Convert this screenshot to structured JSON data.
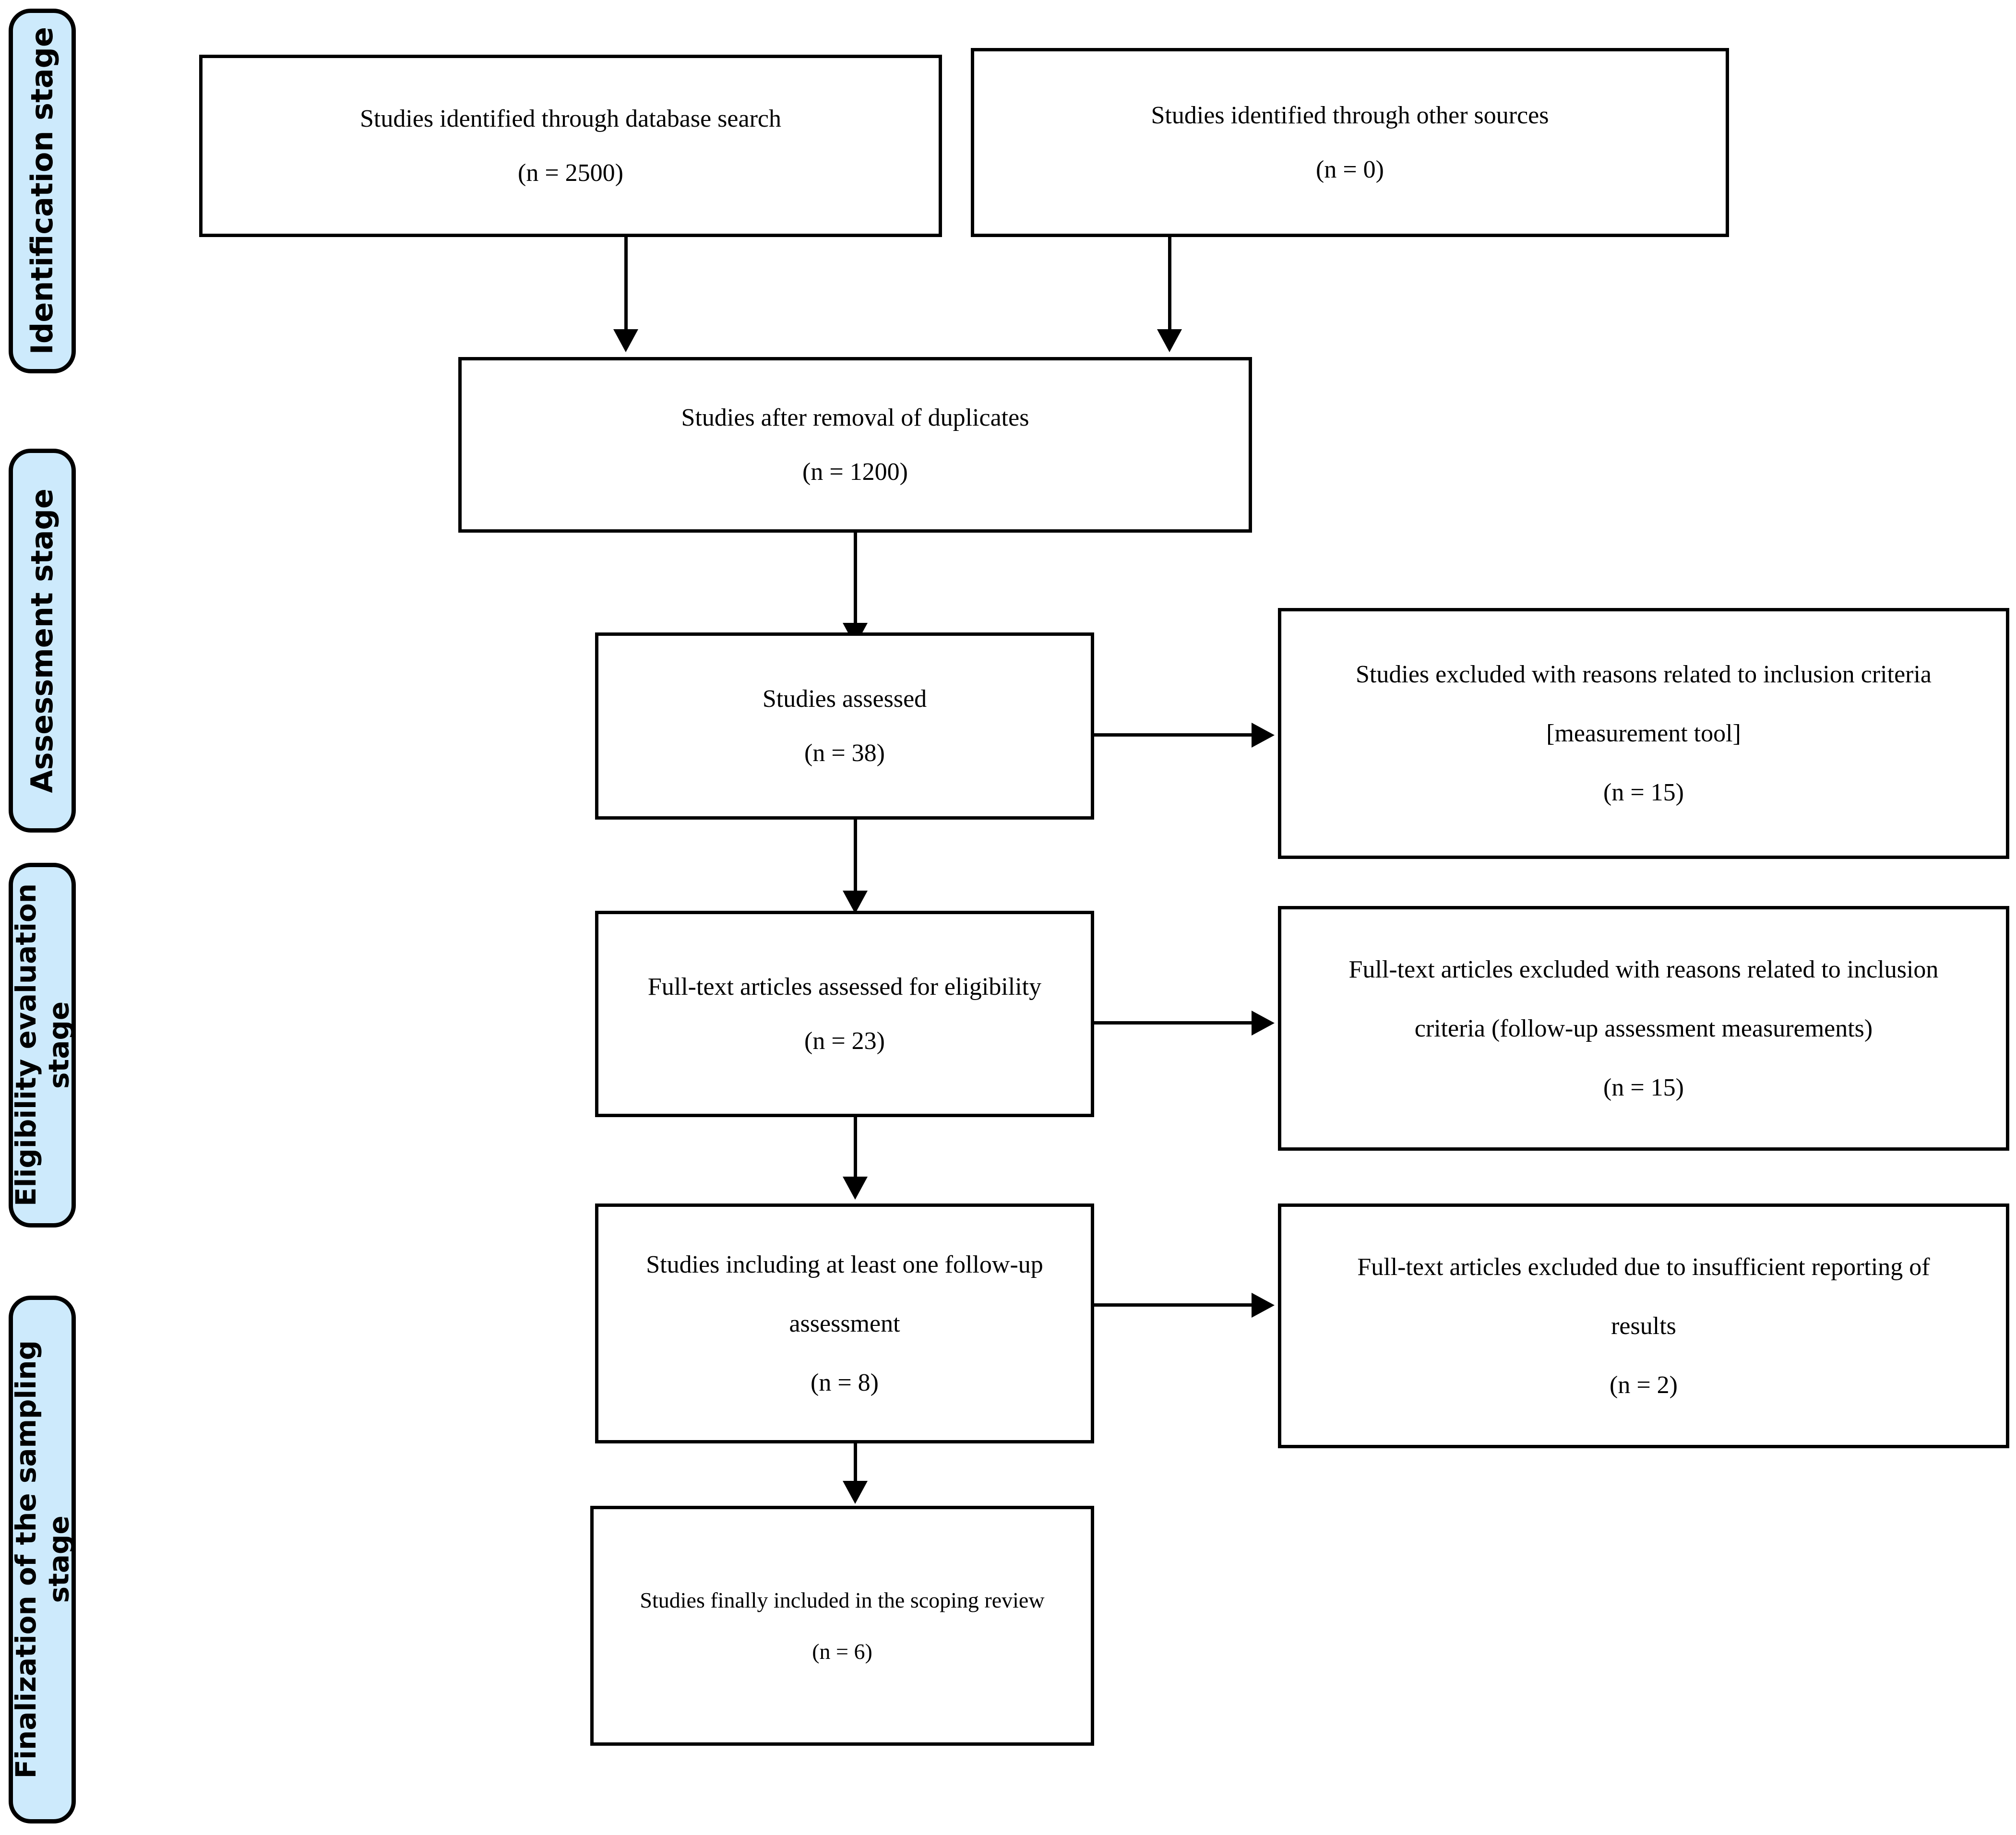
{
  "figure": {
    "type": "prisma-flow-diagram",
    "background_color": "#ffffff",
    "box_border_color": "#000000",
    "stage_pill_fill": "#cdeafc"
  },
  "stages": [
    {
      "id": "identification",
      "label": "Identification stage"
    },
    {
      "id": "assessment",
      "label": "Assessment stage"
    },
    {
      "id": "eligibility",
      "label": "Eligibility evaluation\nstage"
    },
    {
      "id": "finalization",
      "label": "Finalization of the sampling\nstage"
    }
  ],
  "boxes": {
    "database_search": {
      "title": "Studies identified through database search",
      "count": "(n = 2500)"
    },
    "other_sources": {
      "title": "Studies identified through other sources",
      "count": "(n = 0)"
    },
    "after_duplicates": {
      "title": "Studies after removal of duplicates",
      "count": "(n = 1200)"
    },
    "studies_assessed": {
      "title": "Studies assessed",
      "count": "(n = 38)"
    },
    "excluded_inclusion_criteria": {
      "title": "Studies excluded with reasons related to inclusion criteria",
      "subtitle": "[measurement tool]",
      "count": "(n = 15)"
    },
    "fulltext_eligibility": {
      "title": "Full-text articles assessed for eligibility",
      "count": "(n = 23)"
    },
    "excluded_fulltext_criteria": {
      "title": "Full-text articles excluded with reasons related to inclusion",
      "subtitle": "criteria (follow-up assessment  measurements)",
      "count": "(n = 15)"
    },
    "followup_assessment": {
      "title": "Studies including at least one follow-up",
      "subtitle": "assessment",
      "count": "(n = 8)"
    },
    "excluded_insufficient_reporting": {
      "title": "Full-text articles excluded due to insufficient reporting of",
      "subtitle": "results",
      "count": "(n = 2)"
    },
    "final_included": {
      "title": "Studies finally included in the scoping review",
      "count": "(n = 6)"
    }
  },
  "chart_data": {
    "type": "diagram",
    "title": "PRISMA scoping review flow diagram",
    "nodes": [
      {
        "id": "database_search",
        "stage": "Identification stage",
        "label": "Studies identified through database search",
        "n": 2500
      },
      {
        "id": "other_sources",
        "stage": "Identification stage",
        "label": "Studies identified through other sources",
        "n": 0
      },
      {
        "id": "after_duplicates",
        "stage": "Identification stage",
        "label": "Studies after removal of duplicates",
        "n": 1200
      },
      {
        "id": "studies_assessed",
        "stage": "Assessment stage",
        "label": "Studies assessed",
        "n": 38
      },
      {
        "id": "excluded_inclusion_criteria",
        "stage": "Assessment stage",
        "label": "Studies excluded with reasons related to inclusion criteria [measurement tool]",
        "n": 15
      },
      {
        "id": "fulltext_eligibility",
        "stage": "Eligibility evaluation stage",
        "label": "Full-text articles assessed for eligibility",
        "n": 23
      },
      {
        "id": "excluded_fulltext_criteria",
        "stage": "Eligibility evaluation stage",
        "label": "Full-text articles excluded with reasons related to inclusion criteria (follow-up assessment measurements)",
        "n": 15
      },
      {
        "id": "followup_assessment",
        "stage": "Finalization of the sampling stage",
        "label": "Studies including at least one follow-up assessment",
        "n": 8
      },
      {
        "id": "excluded_insufficient_reporting",
        "stage": "Finalization of the sampling stage",
        "label": "Full-text articles excluded due to insufficient reporting of results",
        "n": 2
      },
      {
        "id": "final_included",
        "stage": "Finalization of the sampling stage",
        "label": "Studies finally included in the scoping review",
        "n": 6
      }
    ],
    "edges": [
      {
        "from": "database_search",
        "to": "after_duplicates",
        "direction": "down"
      },
      {
        "from": "other_sources",
        "to": "after_duplicates",
        "direction": "down"
      },
      {
        "from": "after_duplicates",
        "to": "studies_assessed",
        "direction": "down"
      },
      {
        "from": "studies_assessed",
        "to": "excluded_inclusion_criteria",
        "direction": "right"
      },
      {
        "from": "studies_assessed",
        "to": "fulltext_eligibility",
        "direction": "down"
      },
      {
        "from": "fulltext_eligibility",
        "to": "excluded_fulltext_criteria",
        "direction": "right"
      },
      {
        "from": "fulltext_eligibility",
        "to": "followup_assessment",
        "direction": "down"
      },
      {
        "from": "followup_assessment",
        "to": "excluded_insufficient_reporting",
        "direction": "right"
      },
      {
        "from": "followup_assessment",
        "to": "final_included",
        "direction": "down"
      }
    ]
  }
}
